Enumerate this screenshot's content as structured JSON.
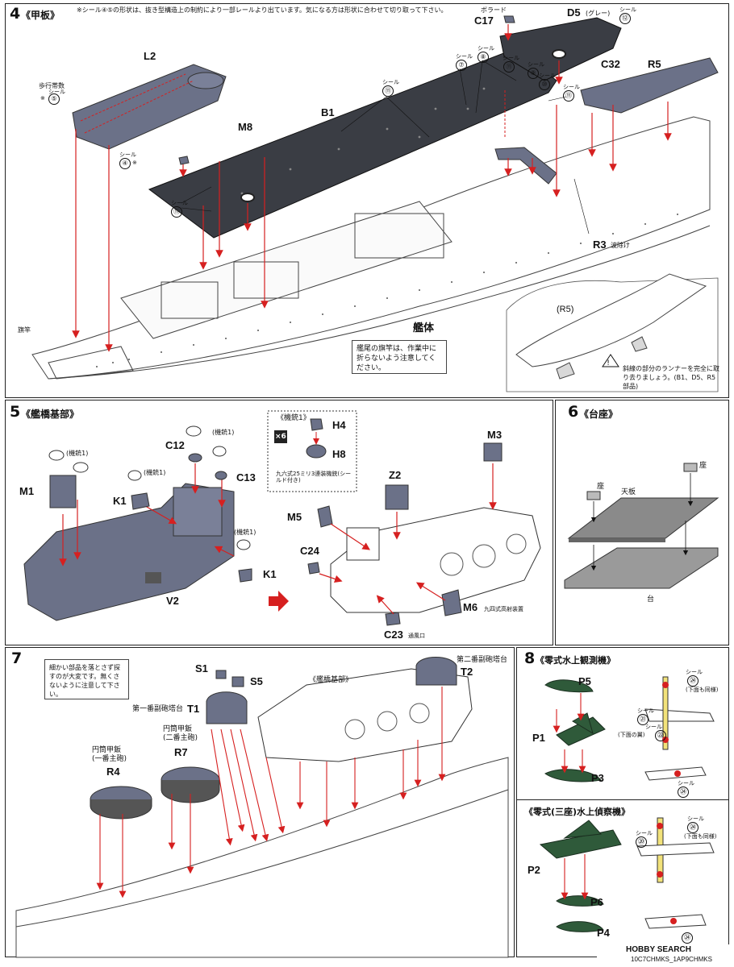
{
  "top_note": "※シール④⑤の形状は、抜き型構造上の制約により一部レールより出ています。気になる方は形状に合わせて切り取って下さい。",
  "step4": {
    "num": "4",
    "title": "《甲板》",
    "parts": {
      "L2": "L2",
      "B1": "B1",
      "M8": "M8",
      "C17": "C17",
      "D5": "D5",
      "D5_note": "(グレー)",
      "C32": "C32",
      "R5": "R5",
      "R3": "R3",
      "R3_note": "波除け",
      "C17_label": "ボラード"
    },
    "seal_label": "シール",
    "walkway_label": "歩行帯数",
    "seals": {
      "s5": "⑤",
      "s4": "④",
      "s11a": "⑪",
      "s11b": "⑪",
      "s7": "⑦",
      "s8": "⑧",
      "s9": "⑨",
      "s10": "⑩",
      "s11c": "⑪",
      "s11d": "⑪",
      "s12": "⑫"
    },
    "asterisk": "※",
    "hull_label": "艦体",
    "flagpole_label": "旗竿",
    "flagpole_note": "艦尾の旗竿は、作業中に折らないよう注意してください。",
    "inset_label": "(R5)",
    "runner_note": "斜線の部分のランナーを完全に取り去りましょう。(B1、D5、R5 部品)"
  },
  "step5": {
    "num": "5",
    "title": "《艦橋基部》",
    "parts": {
      "M1": "M1",
      "V2": "V2",
      "K1a": "K1",
      "K1b": "K1",
      "C12": "C12",
      "C13": "C13",
      "M3": "M3",
      "Z2": "Z2",
      "M5": "M5",
      "C24": "C24",
      "M6": "M6",
      "C23": "C23",
      "H4": "H4",
      "H8": "H8"
    },
    "mg_label": "(機銃1)",
    "mg_box_title": "《機銃1》",
    "mg_count": "×6",
    "mg_box_note": "九六式25ミリ3連装機銃(シールド付き)",
    "M6_note": "九四式高射装置",
    "C23_note": "通風口"
  },
  "step6": {
    "num": "6",
    "title": "《台座》",
    "seat": "座",
    "seat2": "座",
    "top_board": "天板",
    "base": "台"
  },
  "step7": {
    "num": "7",
    "note": "細かい部品を落とさず探すのが大変です。無くさないように注意して下さい。",
    "parts": {
      "S1": "S1",
      "S5": "S5",
      "T1": "T1",
      "T2": "T2",
      "R4": "R4",
      "R7": "R7"
    },
    "bridge_label": "《艦橋基部》",
    "turret1_label": "第一番副砲塔台",
    "turret2_label": "第二番副砲塔台",
    "r4_label": "円筒甲鈑\n(一番主砲)",
    "r7_label": "円筒甲鈑\n(二番主砲)"
  },
  "step8": {
    "num": "8",
    "title": "《零式水上観測機》",
    "parts": {
      "P5": "P5",
      "P1": "P1",
      "P3": "P3"
    },
    "seal_21": "㉑",
    "seal_22": "㉒",
    "seal_24a": "㉔",
    "seal_24b": "㉔",
    "under_wing": "(下面も同様)",
    "under_wing2": "(下面の翼)",
    "title2": "《零式(三座)水上偵察機》",
    "parts2": {
      "P2": "P2",
      "P6": "P6",
      "P4": "P4"
    },
    "seal_20": "⑳",
    "seal_24c": "㉔",
    "seal_24d": "㉔",
    "under_wing3": "(下面も同様)"
  },
  "watermark": {
    "brand": "HOBBY SEARCH",
    "code": "10C7CHMKS_1AP9CHMKS"
  },
  "colors": {
    "gray_part": "#6b7188",
    "dark_deck": "#3a3d44",
    "green_plane": "#2f5a3a",
    "arrow_red": "#d62020"
  }
}
